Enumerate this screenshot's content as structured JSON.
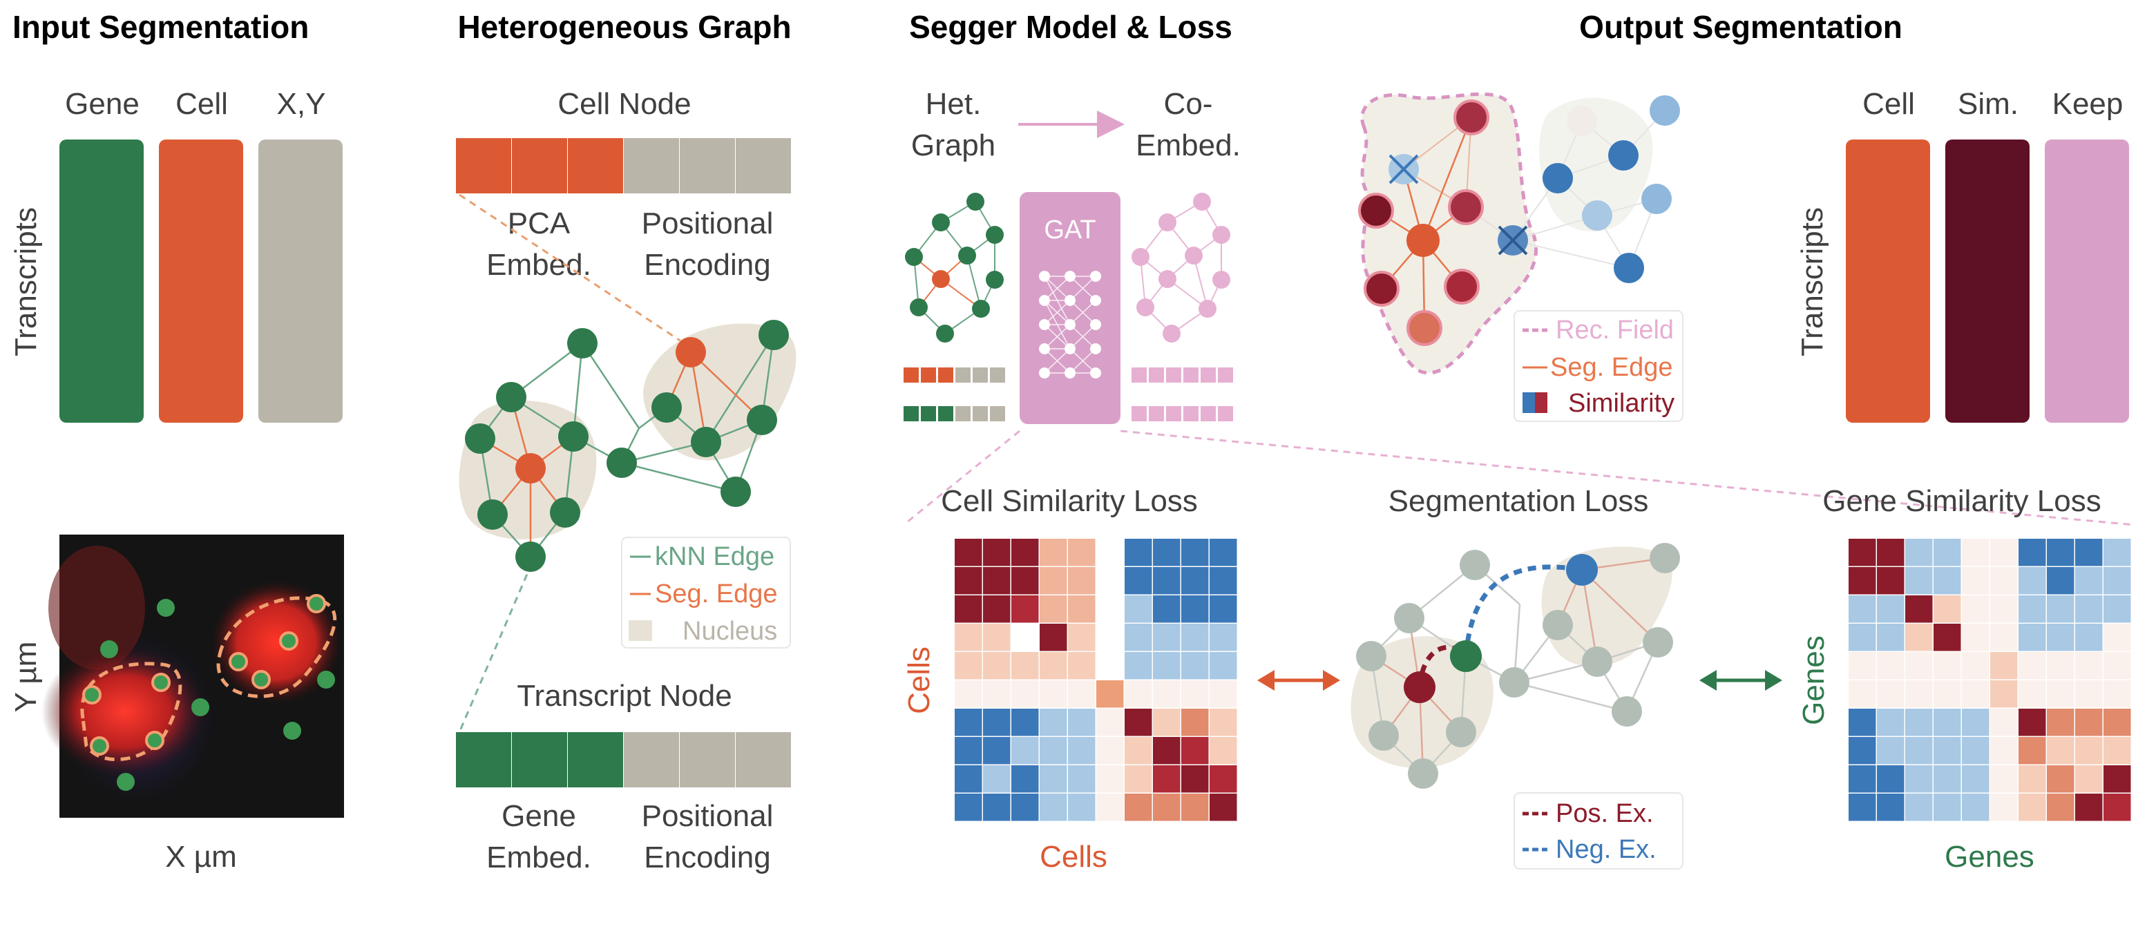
{
  "colors": {
    "green": "#2e7a4c",
    "orange": "#dc5a33",
    "gray": "#bab5a9",
    "pink": "#d8a0c8",
    "maroon": "#5e1024",
    "blue": "#3b78b8",
    "nucleus": "#e8e2d6",
    "text": "#404040"
  },
  "input": {
    "title": "Input Segmentation",
    "col_gene": "Gene",
    "col_cell": "Cell",
    "col_xy": "X,Y",
    "ylabel": "Transcripts",
    "img_xlabel": "X µm",
    "img_ylabel": "Y µm"
  },
  "graph": {
    "title": "Heterogeneous Graph",
    "cell_node": "Cell Node",
    "pca_1": "PCA",
    "pca_2": "Embed.",
    "pos_1": "Positional",
    "pos_2": "Encoding",
    "legend_knn": "kNN Edge",
    "legend_seg": "Seg. Edge",
    "legend_nucleus": "Nucleus",
    "transcript_node": "Transcript Node",
    "gene_1": "Gene",
    "gene_2": "Embed.",
    "tpos_1": "Positional",
    "tpos_2": "Encoding"
  },
  "model": {
    "title": "Segger Model & Loss",
    "het_1": "Het.",
    "het_2": "Graph",
    "co_1": "Co-",
    "co_2": "Embed.",
    "gat": "GAT",
    "cell_loss": "Cell Similarity Loss",
    "cells_x": "Cells",
    "cells_y": "Cells",
    "seg_loss": "Segmentation Loss",
    "pos_ex": "Pos. Ex.",
    "neg_ex": "Neg. Ex.",
    "gene_loss": "Gene Similarity Loss",
    "genes_x": "Genes",
    "genes_y": "Genes"
  },
  "output": {
    "title": "Output Segmentation",
    "legend_rec": "Rec. Field",
    "legend_seg": "Seg. Edge",
    "legend_sim": "Similarity",
    "col_cell": "Cell",
    "col_sim": "Sim.",
    "col_keep": "Keep",
    "ylabel": "Transcripts"
  }
}
